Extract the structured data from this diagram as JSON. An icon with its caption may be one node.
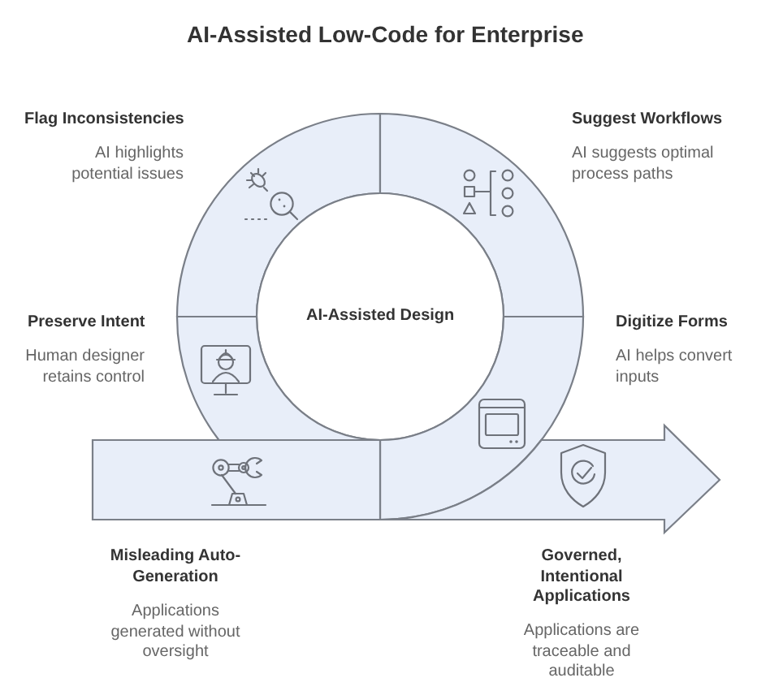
{
  "diagram": {
    "title": "AI-Assisted Low-Code for Enterprise",
    "nodes": [
      {
        "text": [
          "Flag Inconsistencies",
          "AI highlights potential issues"
        ]
      },
      {
        "text": [
          "Suggest Workflows",
          "AI suggests optimal process paths"
        ]
      },
      {
        "text": [
          "AI-Assisted Design"
        ]
      },
      {
        "text": [
          "Preserve Intent",
          "Human designer retains control"
        ]
      },
      {
        "text": [
          "Digitize Forms",
          "AI helps convert inputs"
        ]
      },
      {
        "text": [
          "Misleading Auto-Generation",
          "Applications generated without oversight"
        ]
      },
      {
        "text": [
          "Governed, Intentional Applications",
          "Applications are traceable and auditable"
        ]
      }
    ]
  }
}
